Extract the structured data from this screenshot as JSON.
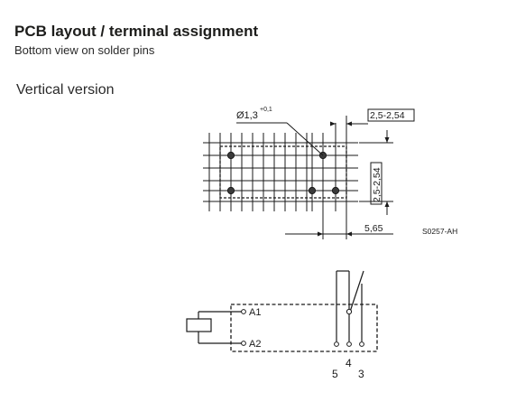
{
  "header": {
    "title": "PCB layout / terminal assignment",
    "subtitle": "Bottom view on solder pins"
  },
  "section": {
    "label": "Vertical version"
  },
  "pcb_layout": {
    "hole_diameter": "Ø1,3",
    "hole_tolerance": "+0,1",
    "dim_top": "2,5-2,54",
    "dim_side": "2,5-2,54",
    "dim_bottom": "5,65",
    "drawing_code": "S0257-AH"
  },
  "schematic": {
    "coil_pin_1": "A1",
    "coil_pin_2": "A2",
    "contact_pin_5": "5",
    "contact_pin_4": "4",
    "contact_pin_3": "3"
  }
}
